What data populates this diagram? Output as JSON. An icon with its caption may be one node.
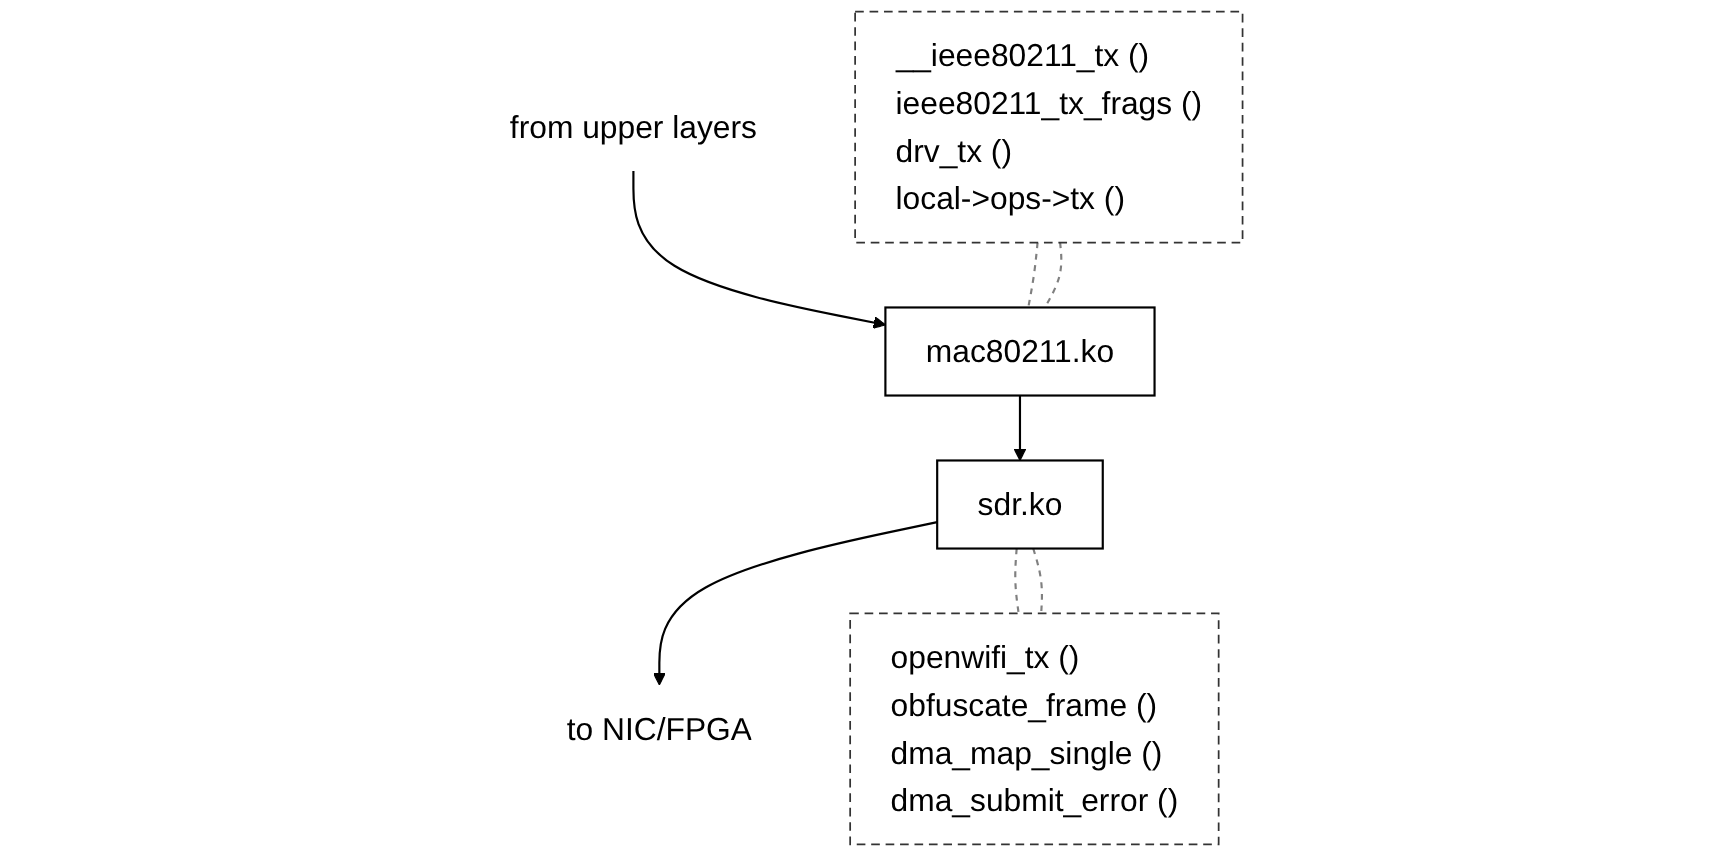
{
  "diagram": {
    "nodes": [
      {
        "text": [
          "from upper layers"
        ]
      },
      {
        "text": [
          "mac80211.ko"
        ]
      },
      {
        "text": [
          "sdr.ko"
        ]
      },
      {
        "text": [
          "to NIC/FPGA"
        ]
      },
      {
        "text": [
          "__ieee80211_tx ()",
          "ieee80211_tx_frags ()",
          "drv_tx ()",
          "local->ops->tx ()"
        ]
      },
      {
        "text": [
          "openwifi_tx ()",
          "obfuscate_frame ()",
          "dma_map_single ()",
          "dma_submit_error ()"
        ]
      }
    ],
    "edges": [
      {
        "from": 0,
        "to": 1,
        "arrow": "to",
        "color": "#000000"
      },
      {
        "from": 1,
        "to": 2,
        "arrow": "to",
        "color": "#000000"
      },
      {
        "from": 2,
        "to": 3,
        "arrow": "to",
        "color": "#000000"
      },
      {
        "from": 1,
        "to": 4,
        "arrow": "none",
        "style": "dashed",
        "color": "#808080"
      },
      {
        "from": 1,
        "to": 4,
        "arrow": "none",
        "style": "dashed",
        "color": "#808080"
      },
      {
        "from": 2,
        "to": 5,
        "arrow": "none",
        "style": "dashed",
        "color": "#808080"
      },
      {
        "from": 2,
        "to": 5,
        "arrow": "none",
        "style": "dashed",
        "color": "#808080"
      }
    ]
  }
}
